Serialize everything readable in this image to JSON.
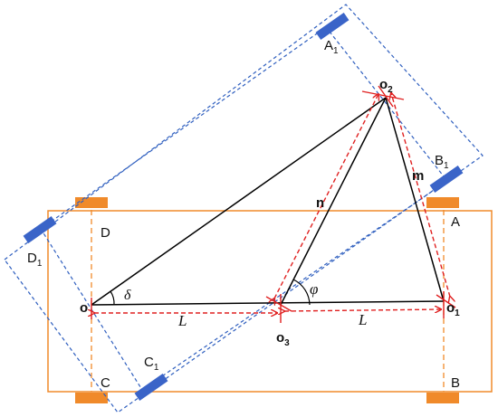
{
  "colors": {
    "vehicle_body": "#f08a2a",
    "wheel_original": "#f08a2a",
    "vehicle_rotated": "#2f5fbf",
    "wheel_rotated": "#3a64c8",
    "geometry_line": "#000000",
    "dimension_arrow": "#e02020"
  },
  "labels": {
    "A": "A",
    "B": "B",
    "C": "C",
    "D": "D",
    "A1": "A",
    "A1_sub": "1",
    "B1": "B",
    "B1_sub": "1",
    "C1": "C",
    "C1_sub": "1",
    "D1": "D",
    "D1_sub": "1",
    "o": "o",
    "o1": "o",
    "o1_sub": "1",
    "o2": "o",
    "o2_sub": "2",
    "o3": "o",
    "o3_sub": "3",
    "n": "n",
    "m": "m",
    "L_left": "L",
    "L_right": "L",
    "delta": "δ",
    "phi": "φ"
  }
}
